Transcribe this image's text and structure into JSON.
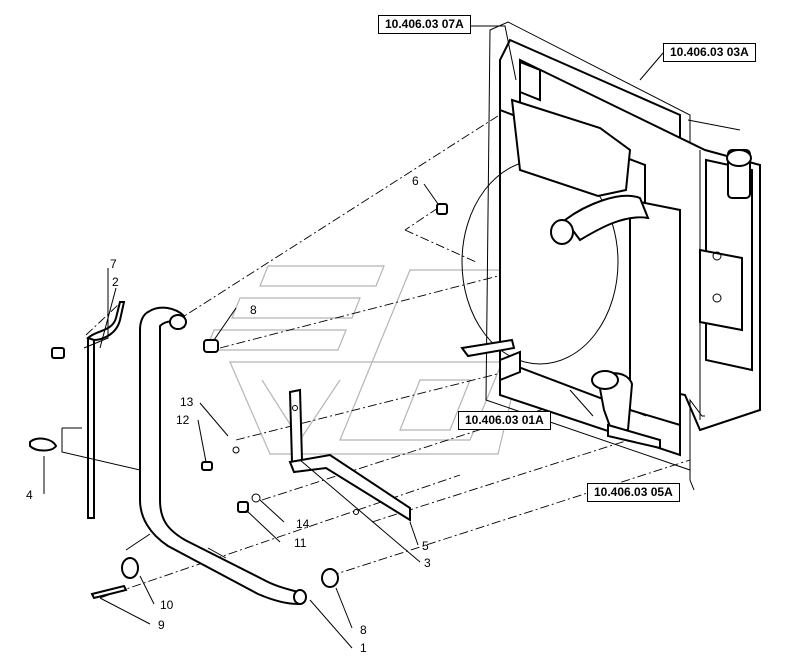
{
  "references": [
    {
      "id": "ref-07a",
      "label": "10.406.03 07A"
    },
    {
      "id": "ref-03a",
      "label": "10.406.03 03A"
    },
    {
      "id": "ref-01a",
      "label": "10.406.03 01A"
    },
    {
      "id": "ref-05a",
      "label": "10.406.03 05A"
    }
  ],
  "callouts": [
    "7",
    "2",
    "8",
    "6",
    "13",
    "12",
    "4",
    "14",
    "11",
    "5",
    "3",
    "10",
    "9",
    "8",
    "1"
  ],
  "colors": {
    "line": "#000000",
    "watermark": "#b5b5b5",
    "background": "#ffffff"
  }
}
